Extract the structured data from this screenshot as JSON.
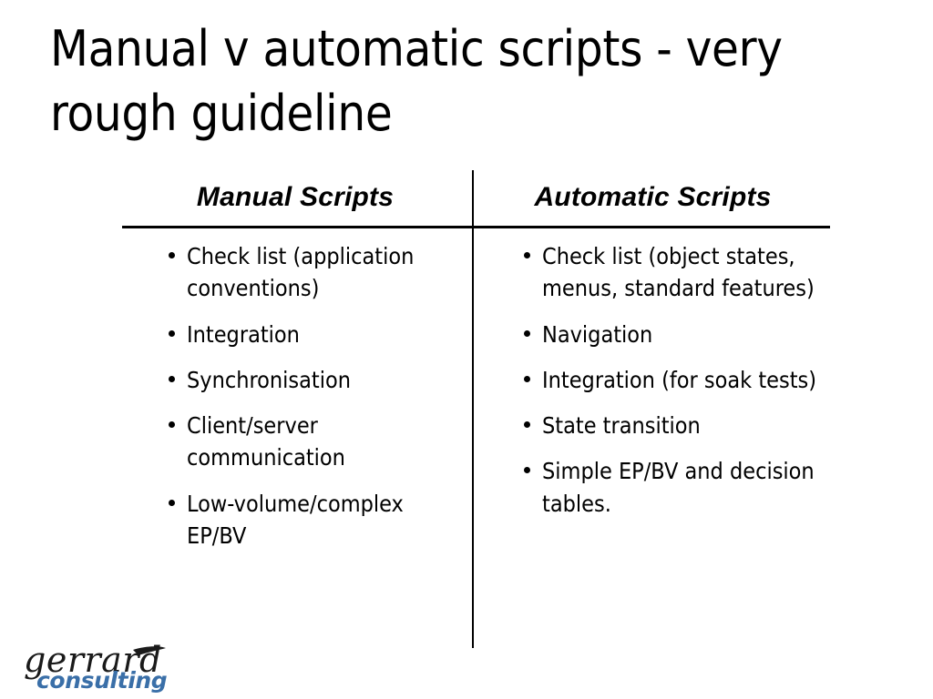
{
  "slide": {
    "title": "Manual v automatic scripts - very rough guideline",
    "background_color": "#ffffff",
    "text_color": "#000000"
  },
  "table": {
    "columns": [
      {
        "header": "Manual Scripts",
        "items": [
          "Check list (application conventions)",
          "Integration",
          "Synchronisation",
          "Client/server communication",
          "Low-volume/complex EP/BV"
        ]
      },
      {
        "header": "Automatic Scripts",
        "items": [
          "Check list (object states, menus, standard features)",
          "Navigation",
          "Integration (for soak tests)",
          "State transition",
          "Simple EP/BV and decision tables."
        ]
      }
    ]
  },
  "logo": {
    "primary": "gerrard",
    "secondary": "consulting",
    "primary_color": "#1a1a1a",
    "secondary_color": "#3a6fa8"
  }
}
